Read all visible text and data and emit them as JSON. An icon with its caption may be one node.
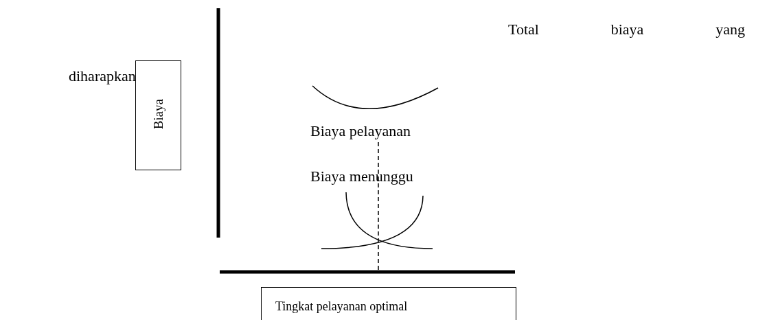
{
  "diagram": {
    "nodes": [
      {
        "text": [
          "Biaya"
        ]
      },
      {
        "text": [
          "Tingkat pelayanan optimal"
        ]
      }
    ],
    "edges": [],
    "labels": [
      "Total biaya yang",
      "diharapkan",
      "Biaya pelayanan",
      "Biaya menunggu"
    ]
  }
}
